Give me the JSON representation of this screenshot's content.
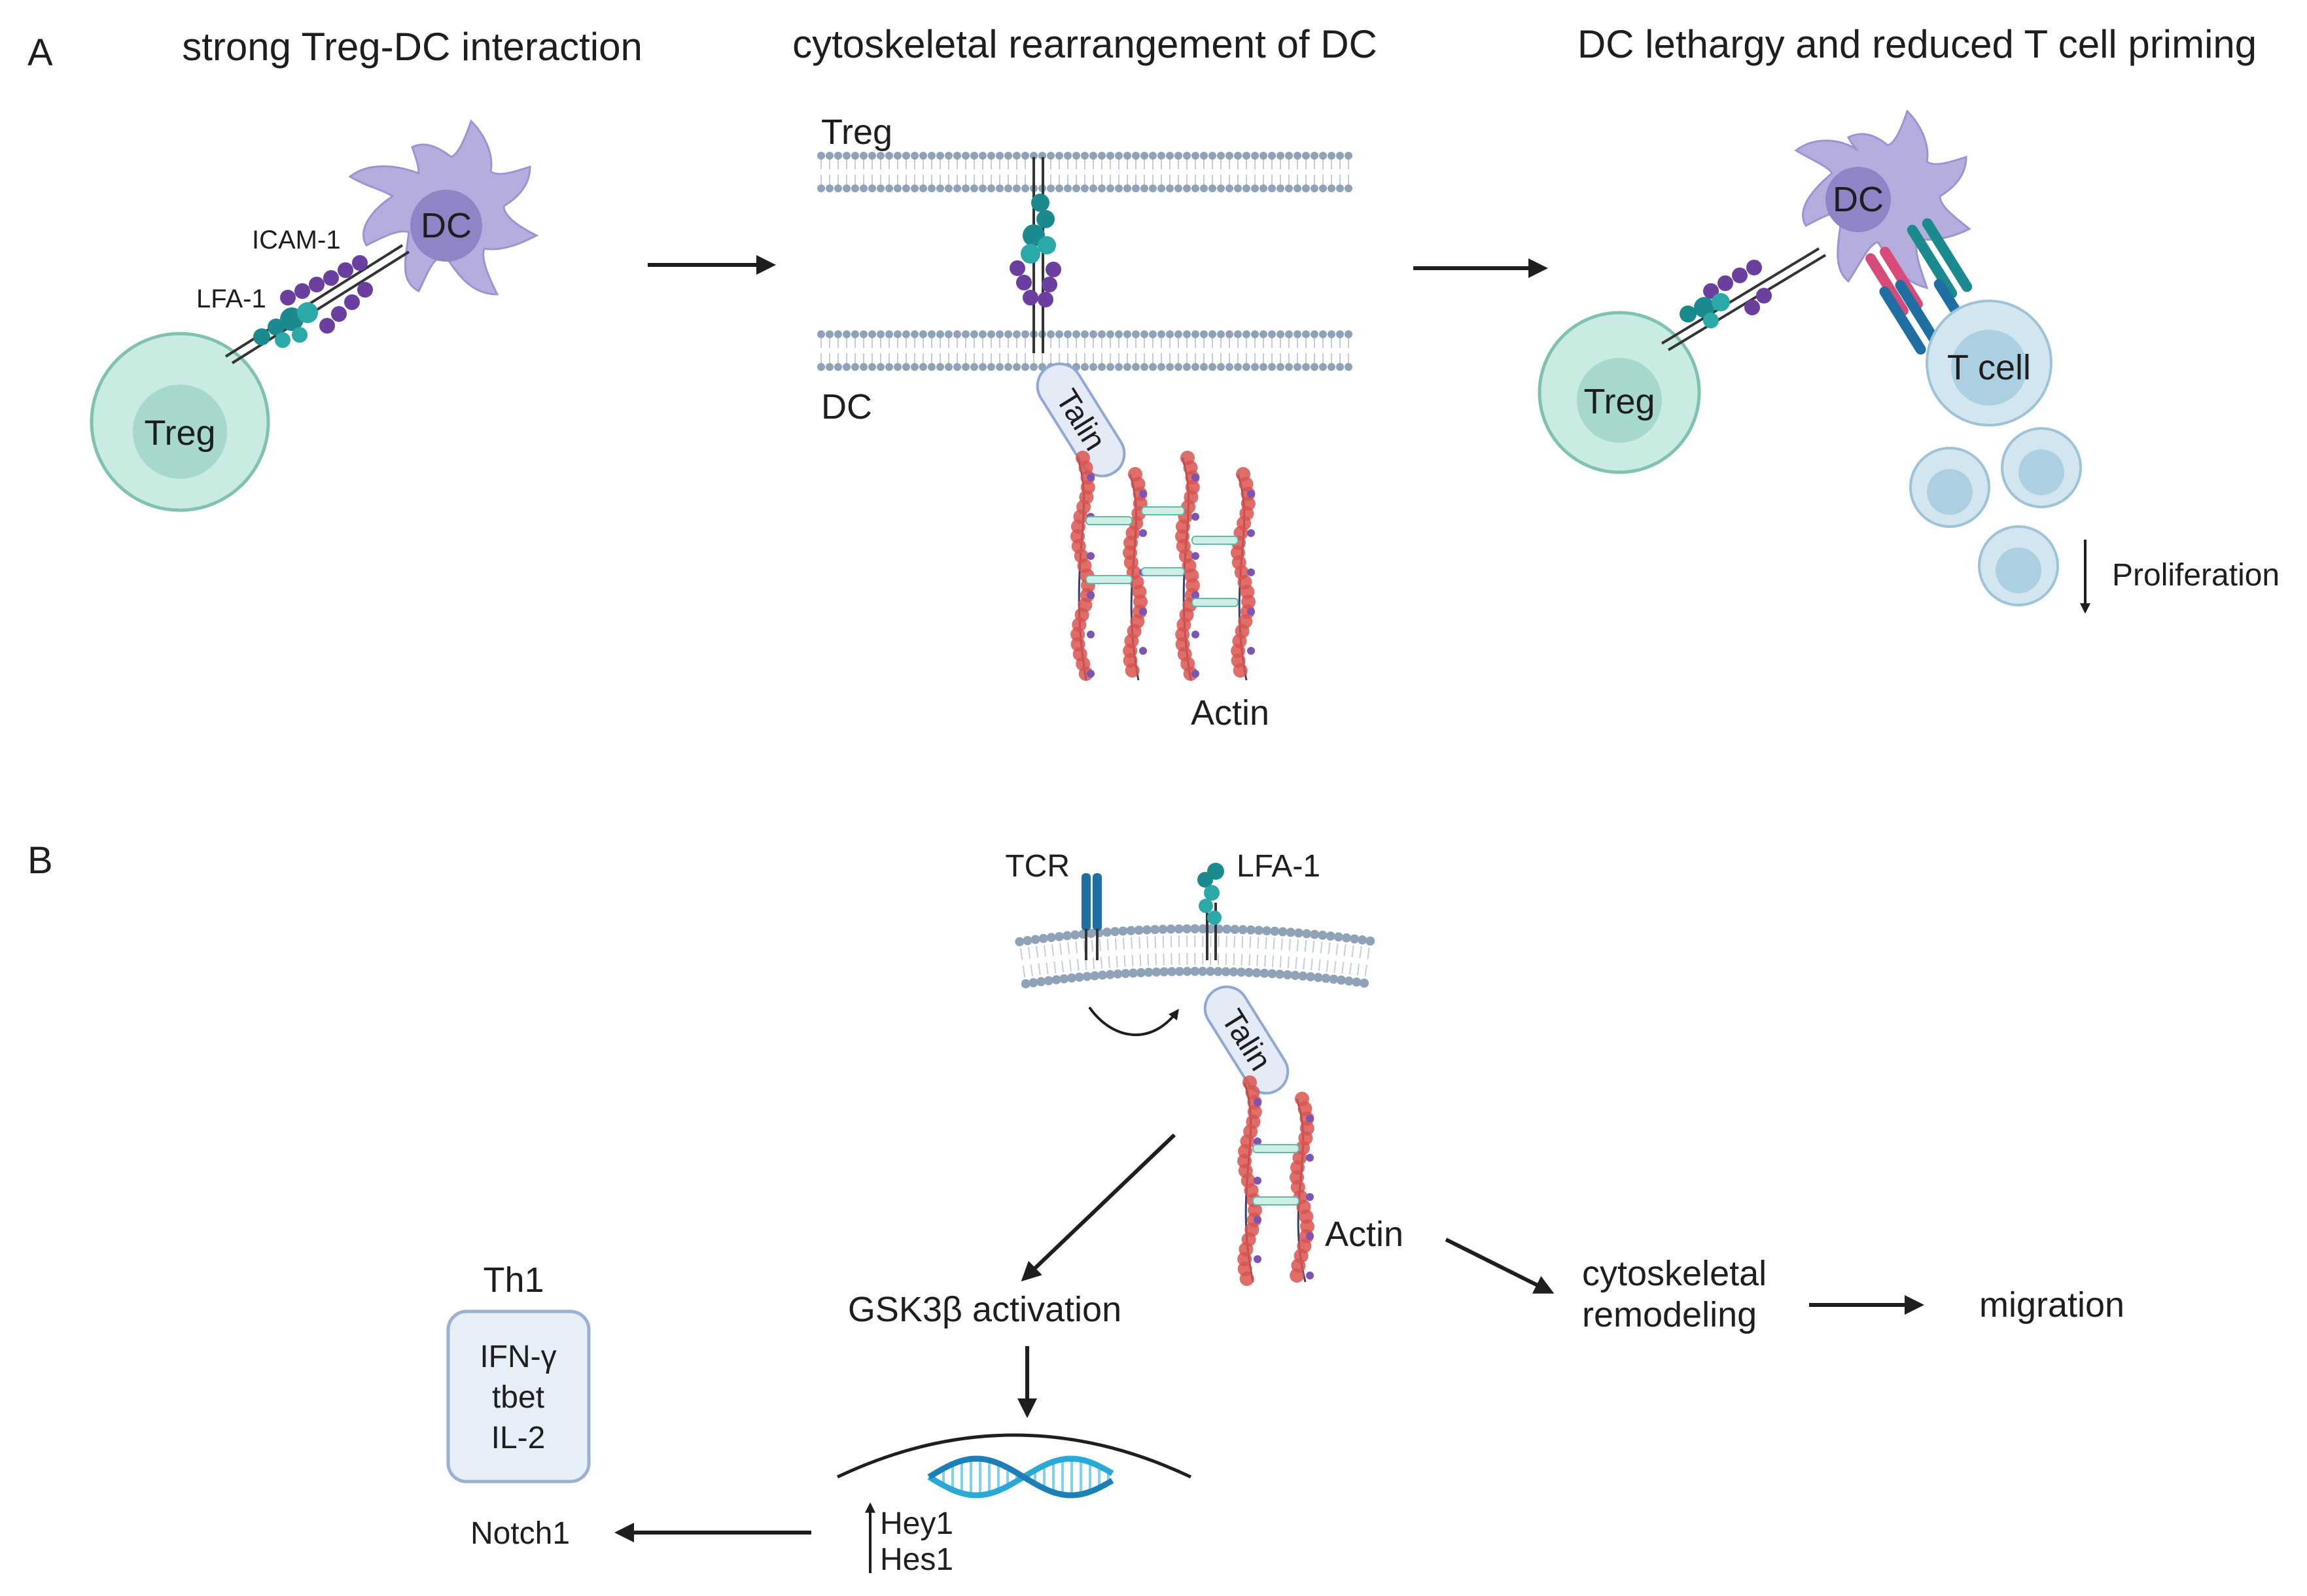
{
  "panel_a": {
    "letter": "A",
    "titles": {
      "left": "strong Treg-DC interaction",
      "middle": "cytoskeletal rearrangement of DC",
      "right": "DC lethargy and reduced T cell priming"
    },
    "left": {
      "dc": "DC",
      "treg": "Treg",
      "icam": "ICAM-1",
      "lfa": "LFA-1"
    },
    "middle": {
      "treg": "Treg",
      "dc": "DC",
      "talin": "Talin",
      "actin": "Actin"
    },
    "right": {
      "dc": "DC",
      "treg": "Treg",
      "tcell": "T cell",
      "proliferation": "Proliferation"
    }
  },
  "panel_b": {
    "letter": "B",
    "tcr": "TCR",
    "lfa": "LFA-1",
    "talin": "Talin",
    "actin": "Actin",
    "gsk": "GSK3β activation",
    "cyto_line1": "cytoskeletal",
    "cyto_line2": "remodeling",
    "migration": "migration",
    "th1": "Th1",
    "th1_items": [
      "IFN-γ",
      "tbet",
      "IL-2"
    ],
    "notch": "Notch1",
    "hey": "Hey1",
    "hes": "Hes1"
  },
  "colors": {
    "membrane": "#8fa2b8",
    "treg_fill": "#c9ebe2",
    "treg_nucleus": "#a6d8cb",
    "treg_stroke": "#7fc2b0",
    "dc_fill": "#b6addf",
    "dc_nucleus": "#8e84c6",
    "tcell_fill": "#d3e6f0",
    "tcell_nucleus": "#acd0e2",
    "actin": "#d9534f",
    "teal": "#1b8a8f",
    "purple": "#6b3fa0",
    "th1_box": "#e6eef8",
    "th1_stroke": "#9ab1d4",
    "dna": "#29a9d6"
  }
}
